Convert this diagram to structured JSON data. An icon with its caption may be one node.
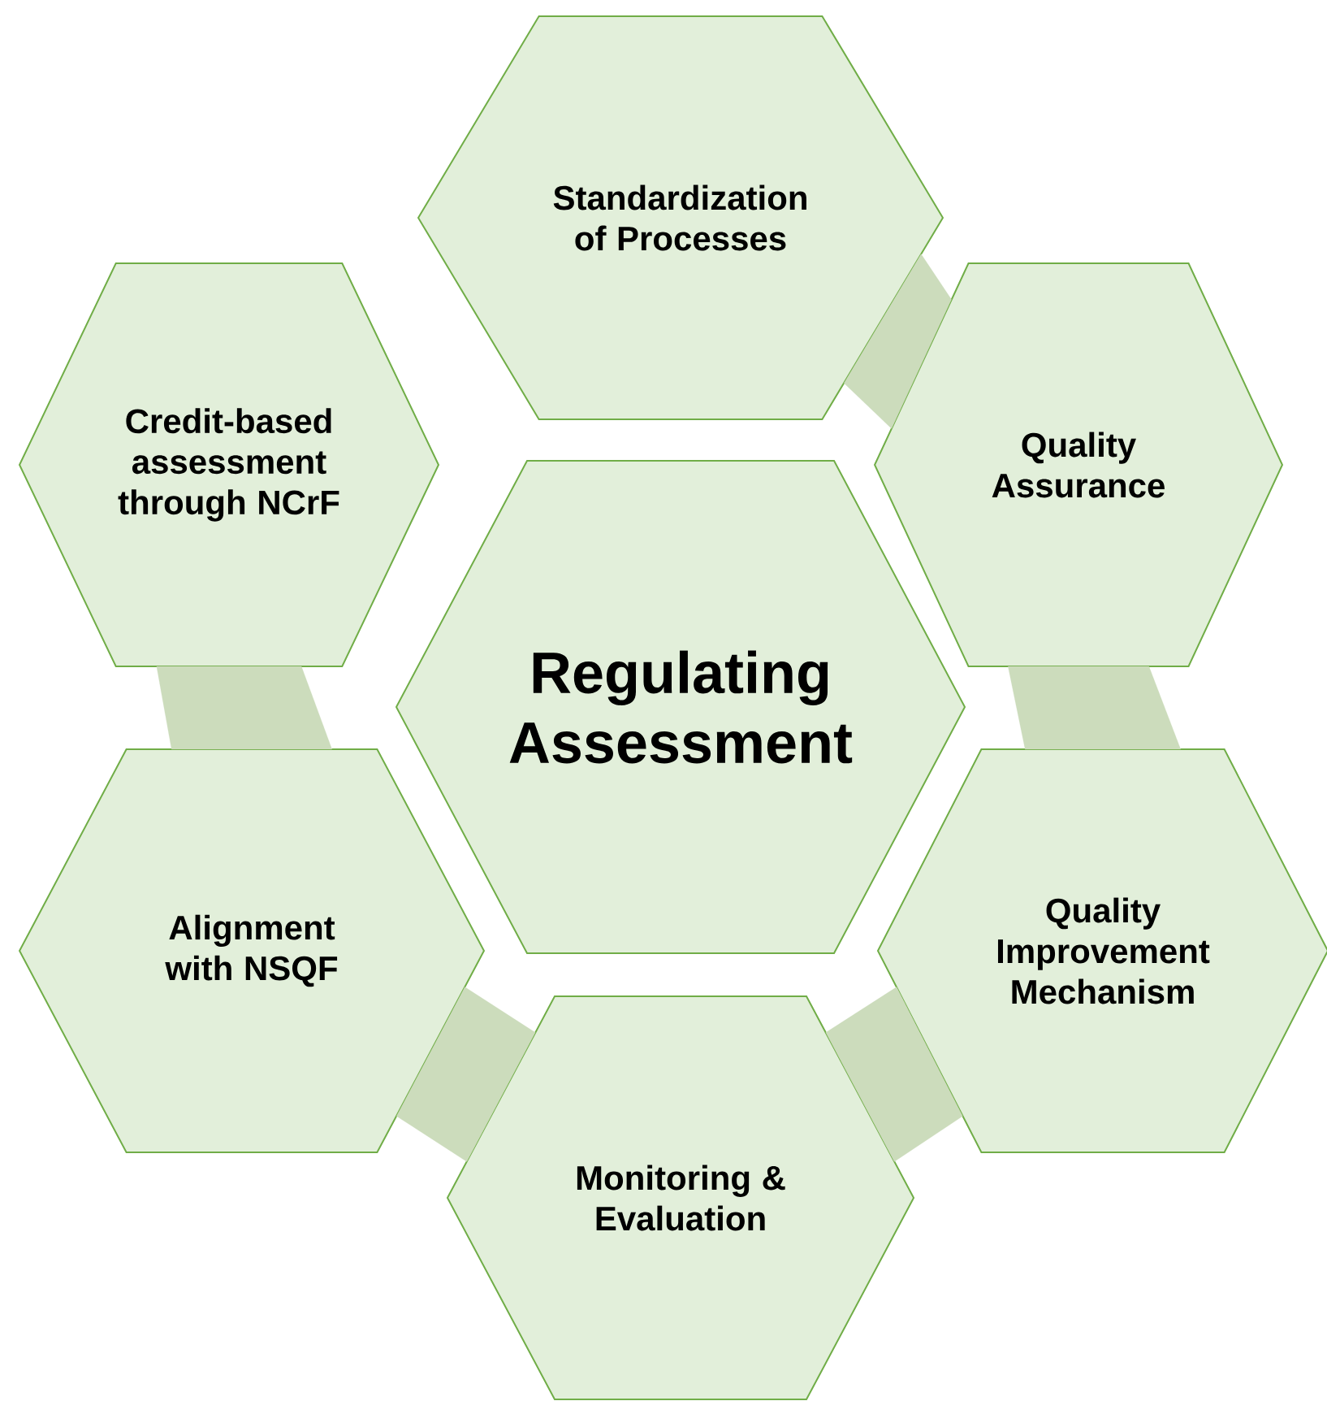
{
  "diagram": {
    "nodes": [
      {
        "text": [
          "Standardization of Processes"
        ]
      },
      {
        "text": [
          "Credit-based assessment through NCrF"
        ]
      },
      {
        "text": [
          "Quality Assurance"
        ]
      },
      {
        "text": [
          "Regulating Assessment"
        ]
      },
      {
        "text": [
          "Alignment with NSQF"
        ]
      },
      {
        "text": [
          "Quality Improvement Mechanism"
        ]
      },
      {
        "text": [
          "Monitoring & Evaluation"
        ]
      }
    ],
    "edges": [
      {
        "from": 0,
        "to": 2,
        "arrow": "none"
      },
      {
        "from": 2,
        "to": 5,
        "arrow": "none"
      },
      {
        "from": 5,
        "to": 6,
        "arrow": "none"
      },
      {
        "from": 6,
        "to": 4,
        "arrow": "none"
      },
      {
        "from": 4,
        "to": 1,
        "arrow": "none"
      }
    ]
  }
}
